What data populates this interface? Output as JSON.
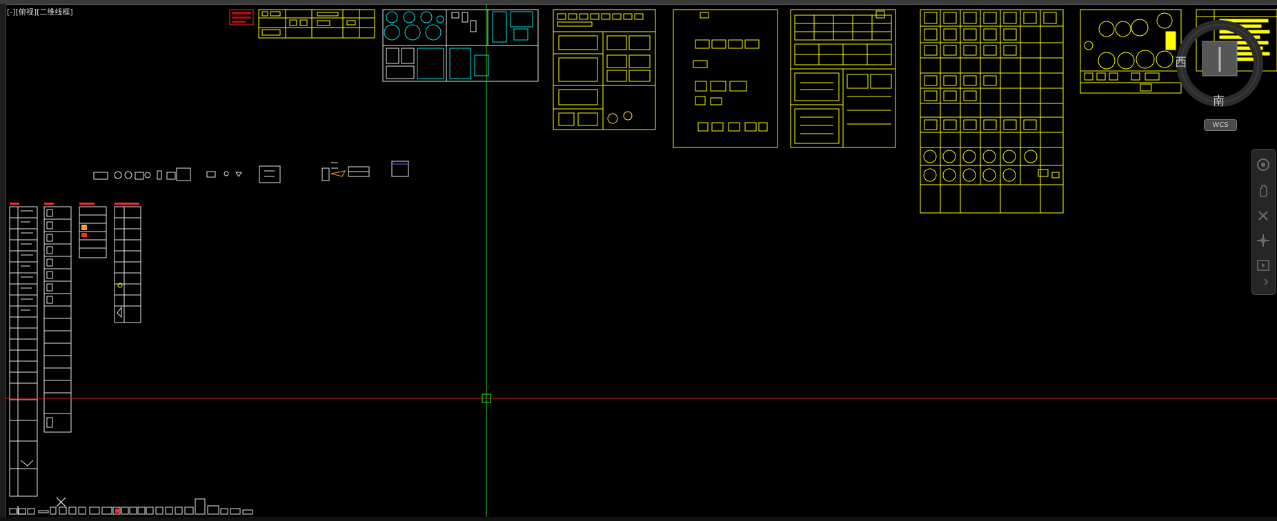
{
  "viewport": {
    "label": "[-][俯视][二维线框]"
  },
  "viewcube": {
    "west": "西",
    "south": "南",
    "wcs": "WCS"
  },
  "navbar": {
    "buttons": [
      "steering-wheel",
      "pan",
      "zoom",
      "orbit",
      "showmotion"
    ]
  },
  "colors": {
    "background": "#000000",
    "crosshair_x": "#d21f1f",
    "crosshair_y": "#1fd21f",
    "block_outline": "#ffff00",
    "cyan_block": "#00e5e5",
    "white_lines": "#e8e8e8",
    "red_text": "#ff2a2a"
  },
  "icons": [
    "ucs-x-icon",
    "steering-wheel-icon",
    "pan-icon",
    "zoom-icon",
    "orbit-icon",
    "showmotion-icon"
  ]
}
